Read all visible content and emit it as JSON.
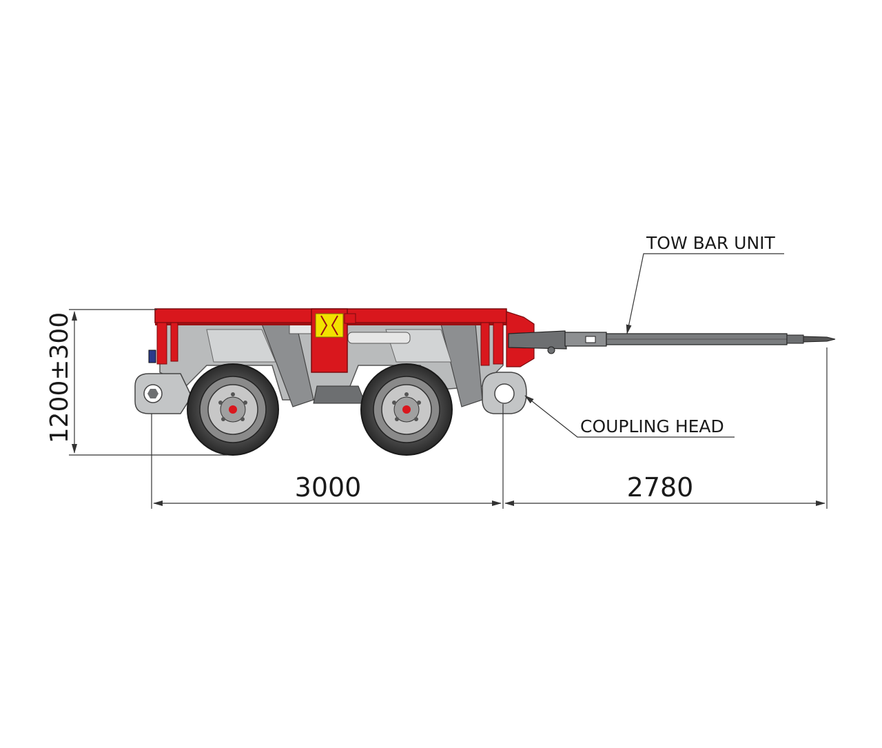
{
  "labels": {
    "tow_bar": "TOW BAR UNIT",
    "coupling_head": "COUPLING HEAD"
  },
  "dimensions": {
    "height": "1200±300",
    "wheelbase_length": "3000",
    "tow_bar_length": "2780"
  },
  "colors": {
    "frame": "#d9171d",
    "frame_dark": "#9c0f12",
    "accent": "#f2e200",
    "body": "#b9bbbc",
    "body_dark": "#6d6f71",
    "tire": "#3a3a3a",
    "rim": "#c7c7c7",
    "hub": "#d9171d",
    "line": "#333333"
  }
}
